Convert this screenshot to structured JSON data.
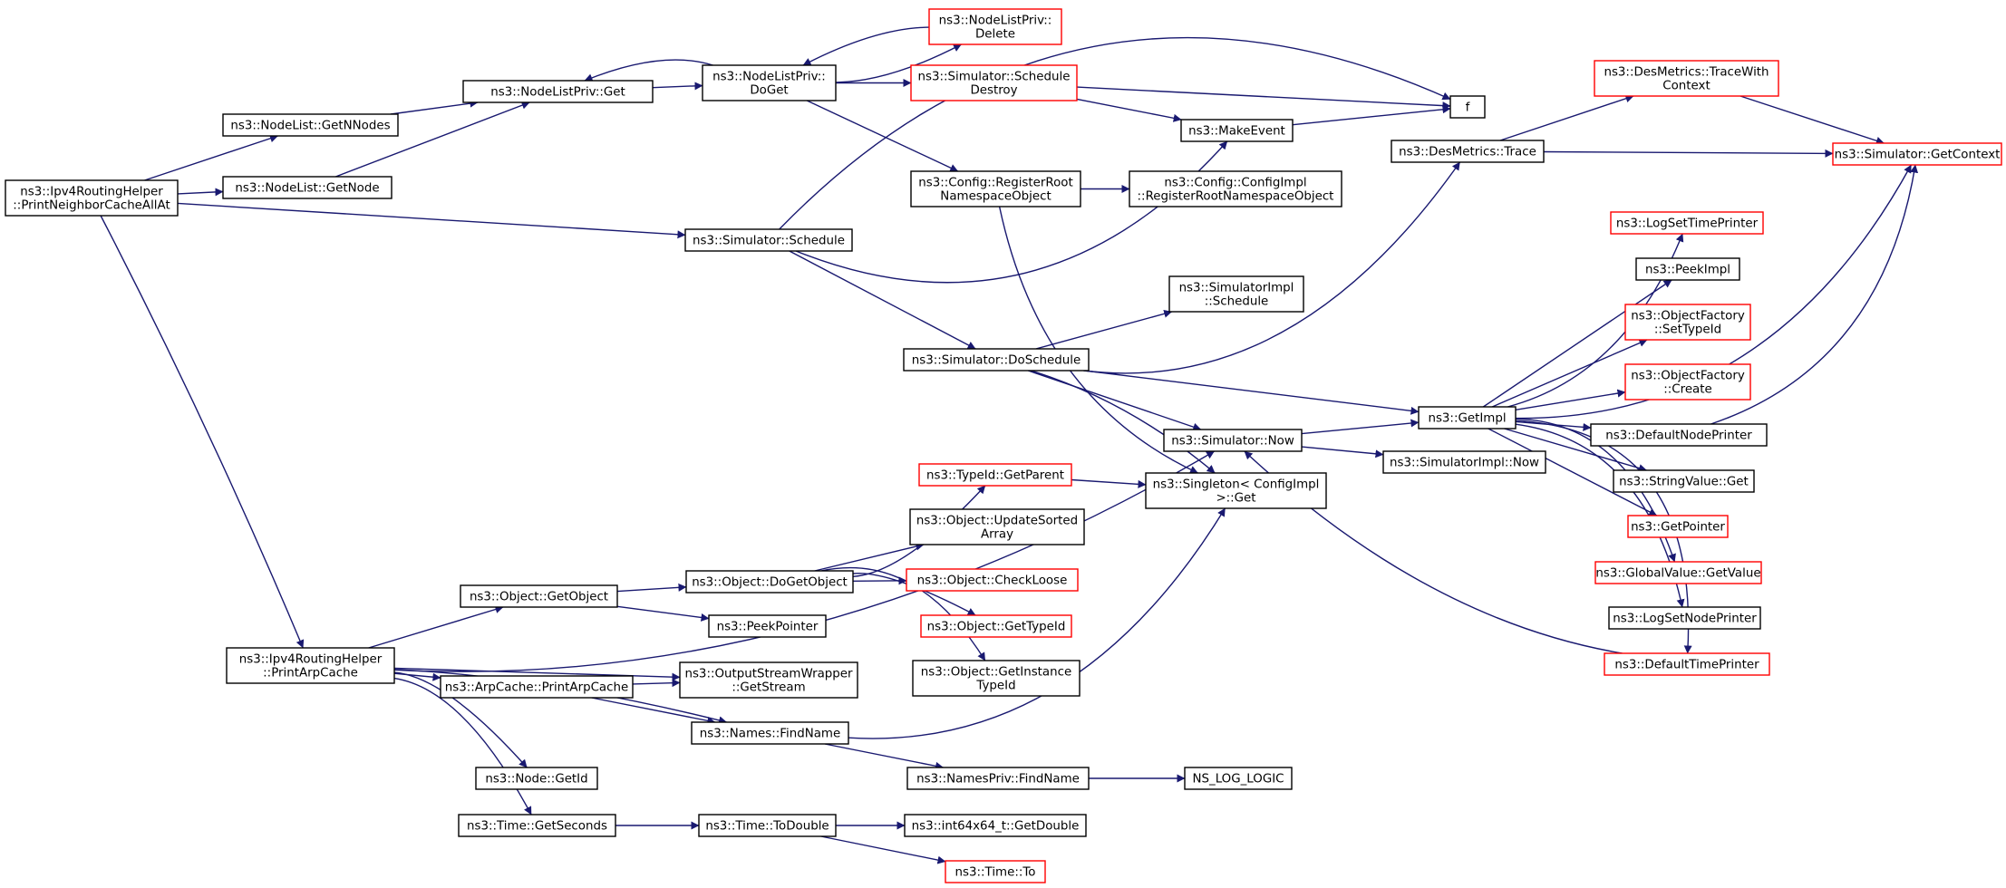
{
  "colors": {
    "edge": "#191970",
    "normal_border": "#000000",
    "truncated_border": "#ff0000",
    "root_fill": "#bfbfbf",
    "node_fill": "#ffffff"
  },
  "nodes": [
    {
      "id": "root",
      "lines": [
        "ns3::Ipv4RoutingHelper",
        "::PrintNeighborCacheAllAt"
      ],
      "style": "root"
    },
    {
      "id": "getnnodes",
      "lines": [
        "ns3::NodeList::GetNNodes"
      ],
      "style": "normal"
    },
    {
      "id": "getnode",
      "lines": [
        "ns3::NodeList::GetNode"
      ],
      "style": "normal"
    },
    {
      "id": "nlpget",
      "lines": [
        "ns3::NodeListPriv::Get"
      ],
      "style": "normal"
    },
    {
      "id": "nlpdoget",
      "lines": [
        "ns3::NodeListPriv::",
        "DoGet"
      ],
      "style": "normal"
    },
    {
      "id": "nlpdelete",
      "lines": [
        "ns3::NodeListPriv::",
        "Delete"
      ],
      "style": "truncated"
    },
    {
      "id": "schedestroy",
      "lines": [
        "ns3::Simulator::Schedule",
        "Destroy"
      ],
      "style": "truncated"
    },
    {
      "id": "f",
      "lines": [
        "f"
      ],
      "style": "normal"
    },
    {
      "id": "makeevent",
      "lines": [
        "ns3::MakeEvent"
      ],
      "style": "normal"
    },
    {
      "id": "regroot",
      "lines": [
        "ns3::Config::RegisterRoot",
        "NamespaceObject"
      ],
      "style": "normal"
    },
    {
      "id": "cfgimplreg",
      "lines": [
        "ns3::Config::ConfigImpl",
        "::RegisterRootNamespaceObject"
      ],
      "style": "normal"
    },
    {
      "id": "simschedule",
      "lines": [
        "ns3::Simulator::Schedule"
      ],
      "style": "normal"
    },
    {
      "id": "simimplsched",
      "lines": [
        "ns3::SimulatorImpl",
        "::Schedule"
      ],
      "style": "normal"
    },
    {
      "id": "dosched",
      "lines": [
        "ns3::Simulator::DoSchedule"
      ],
      "style": "normal"
    },
    {
      "id": "simnow",
      "lines": [
        "ns3::Simulator::Now"
      ],
      "style": "normal"
    },
    {
      "id": "singleton",
      "lines": [
        "ns3::Singleton< ConfigImpl",
        " >::Get"
      ],
      "style": "normal"
    },
    {
      "id": "simimplnow",
      "lines": [
        "ns3::SimulatorImpl::Now"
      ],
      "style": "normal"
    },
    {
      "id": "desmtrace",
      "lines": [
        "ns3::DesMetrics::Trace"
      ],
      "style": "normal"
    },
    {
      "id": "desmtracectx",
      "lines": [
        "ns3::DesMetrics::TraceWith",
        "Context"
      ],
      "style": "truncated"
    },
    {
      "id": "getcontext",
      "lines": [
        "ns3::Simulator::GetContext"
      ],
      "style": "truncated"
    },
    {
      "id": "getimpl",
      "lines": [
        "ns3::GetImpl"
      ],
      "style": "normal"
    },
    {
      "id": "logsettime",
      "lines": [
        "ns3::LogSetTimePrinter"
      ],
      "style": "truncated"
    },
    {
      "id": "peekimpl",
      "lines": [
        "ns3::PeekImpl"
      ],
      "style": "normal"
    },
    {
      "id": "ofsettypeid",
      "lines": [
        "ns3::ObjectFactory",
        "::SetTypeId"
      ],
      "style": "truncated"
    },
    {
      "id": "ofcreate",
      "lines": [
        "ns3::ObjectFactory",
        "::Create"
      ],
      "style": "truncated"
    },
    {
      "id": "defnodeprinter",
      "lines": [
        "ns3::DefaultNodePrinter"
      ],
      "style": "normal"
    },
    {
      "id": "strvalget",
      "lines": [
        "ns3::StringValue::Get"
      ],
      "style": "normal"
    },
    {
      "id": "getpointer",
      "lines": [
        "ns3::GetPointer"
      ],
      "style": "truncated"
    },
    {
      "id": "gvgetvalue",
      "lines": [
        "ns3::GlobalValue::GetValue"
      ],
      "style": "truncated"
    },
    {
      "id": "logsetnode",
      "lines": [
        "ns3::LogSetNodePrinter"
      ],
      "style": "normal"
    },
    {
      "id": "deftimeprinter",
      "lines": [
        "ns3::DefaultTimePrinter"
      ],
      "style": "truncated"
    },
    {
      "id": "printarp",
      "lines": [
        "ns3::Ipv4RoutingHelper",
        "::PrintArpCache"
      ],
      "style": "normal"
    },
    {
      "id": "objgetobject",
      "lines": [
        "ns3::Object::GetObject"
      ],
      "style": "normal"
    },
    {
      "id": "peekpointer",
      "lines": [
        "ns3::PeekPointer"
      ],
      "style": "normal"
    },
    {
      "id": "dogetobject",
      "lines": [
        "ns3::Object::DoGetObject"
      ],
      "style": "normal"
    },
    {
      "id": "typeidparent",
      "lines": [
        "ns3::TypeId::GetParent"
      ],
      "style": "truncated"
    },
    {
      "id": "updsorted",
      "lines": [
        "ns3::Object::UpdateSorted",
        "Array"
      ],
      "style": "normal"
    },
    {
      "id": "checkloose",
      "lines": [
        "ns3::Object::CheckLoose"
      ],
      "style": "truncated"
    },
    {
      "id": "objgettypeid",
      "lines": [
        "ns3::Object::GetTypeId"
      ],
      "style": "truncated"
    },
    {
      "id": "getinsttypeid",
      "lines": [
        "ns3::Object::GetInstance",
        "TypeId"
      ],
      "style": "normal"
    },
    {
      "id": "arpprint",
      "lines": [
        "ns3::ArpCache::PrintArpCache"
      ],
      "style": "normal"
    },
    {
      "id": "oswgetstream",
      "lines": [
        "ns3::OutputStreamWrapper",
        "::GetStream"
      ],
      "style": "normal"
    },
    {
      "id": "namesfind",
      "lines": [
        "ns3::Names::FindName"
      ],
      "style": "normal"
    },
    {
      "id": "namesprivfind",
      "lines": [
        "ns3::NamesPriv::FindName"
      ],
      "style": "normal"
    },
    {
      "id": "nslogic",
      "lines": [
        "NS_LOG_LOGIC"
      ],
      "style": "normal"
    },
    {
      "id": "nodegetid",
      "lines": [
        "ns3::Node::GetId"
      ],
      "style": "normal"
    },
    {
      "id": "timegetsec",
      "lines": [
        "ns3::Time::GetSeconds"
      ],
      "style": "normal"
    },
    {
      "id": "timetodouble",
      "lines": [
        "ns3::Time::ToDouble"
      ],
      "style": "normal"
    },
    {
      "id": "i64getdouble",
      "lines": [
        "ns3::int64x64_t::GetDouble"
      ],
      "style": "normal"
    },
    {
      "id": "timeto",
      "lines": [
        "ns3::Time::To"
      ],
      "style": "truncated"
    }
  ],
  "edges": [
    [
      "root",
      "getnnodes"
    ],
    [
      "root",
      "getnode"
    ],
    [
      "root",
      "simschedule"
    ],
    [
      "root",
      "printarp"
    ],
    [
      "getnnodes",
      "nlpget"
    ],
    [
      "getnode",
      "nlpget"
    ],
    [
      "nlpget",
      "nlpdoget"
    ],
    [
      "nlpdoget",
      "nlpdelete"
    ],
    [
      "nlpdelete",
      "nlpdoget"
    ],
    [
      "nlpdoget",
      "nlpget"
    ],
    [
      "nlpdoget",
      "schedestroy"
    ],
    [
      "nlpdoget",
      "regroot"
    ],
    [
      "schedestroy",
      "f"
    ],
    [
      "schedestroy",
      "makeevent"
    ],
    [
      "makeevent",
      "f"
    ],
    [
      "regroot",
      "cfgimplreg"
    ],
    [
      "regroot",
      "singleton"
    ],
    [
      "simschedule",
      "makeevent"
    ],
    [
      "simschedule",
      "f"
    ],
    [
      "simschedule",
      "dosched"
    ],
    [
      "dosched",
      "simimplsched"
    ],
    [
      "dosched",
      "desmtrace"
    ],
    [
      "dosched",
      "getimpl"
    ],
    [
      "dosched",
      "simnow"
    ],
    [
      "dosched",
      "singleton"
    ],
    [
      "desmtrace",
      "desmtracectx"
    ],
    [
      "desmtrace",
      "getcontext"
    ],
    [
      "desmtracectx",
      "getcontext"
    ],
    [
      "simnow",
      "getimpl"
    ],
    [
      "simnow",
      "simimplnow"
    ],
    [
      "getimpl",
      "getcontext"
    ],
    [
      "getimpl",
      "logsettime"
    ],
    [
      "getimpl",
      "peekimpl"
    ],
    [
      "getimpl",
      "ofsettypeid"
    ],
    [
      "getimpl",
      "ofcreate"
    ],
    [
      "getimpl",
      "defnodeprinter"
    ],
    [
      "getimpl",
      "strvalget"
    ],
    [
      "getimpl",
      "getpointer"
    ],
    [
      "getimpl",
      "gvgetvalue"
    ],
    [
      "getimpl",
      "logsetnode"
    ],
    [
      "getimpl",
      "deftimeprinter"
    ],
    [
      "defnodeprinter",
      "getcontext"
    ],
    [
      "deftimeprinter",
      "simnow"
    ],
    [
      "printarp",
      "simnow"
    ],
    [
      "printarp",
      "objgetobject"
    ],
    [
      "printarp",
      "arpprint"
    ],
    [
      "printarp",
      "oswgetstream"
    ],
    [
      "printarp",
      "namesfind"
    ],
    [
      "printarp",
      "nodegetid"
    ],
    [
      "printarp",
      "timegetsec"
    ],
    [
      "objgetobject",
      "dogetobject"
    ],
    [
      "objgetobject",
      "peekpointer"
    ],
    [
      "dogetobject",
      "typeidparent"
    ],
    [
      "dogetobject",
      "updsorted"
    ],
    [
      "dogetobject",
      "checkloose"
    ],
    [
      "dogetobject",
      "objgettypeid"
    ],
    [
      "dogetobject",
      "getinsttypeid"
    ],
    [
      "typeidparent",
      "singleton"
    ],
    [
      "arpprint",
      "oswgetstream"
    ],
    [
      "arpprint",
      "namesfind"
    ],
    [
      "namesfind",
      "singleton"
    ],
    [
      "namesfind",
      "namesprivfind"
    ],
    [
      "namesprivfind",
      "nslogic"
    ],
    [
      "timegetsec",
      "timetodouble"
    ],
    [
      "timetodouble",
      "i64getdouble"
    ],
    [
      "timetodouble",
      "timeto"
    ]
  ]
}
